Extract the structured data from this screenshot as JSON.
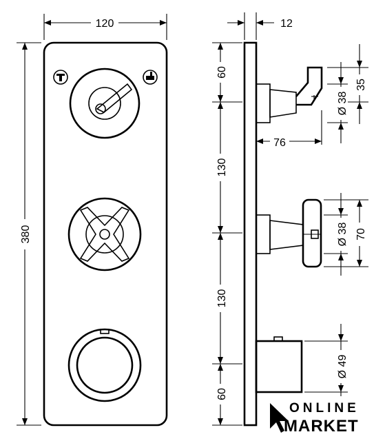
{
  "front_view": {
    "dim_width": "120",
    "dim_height": "380"
  },
  "side_view": {
    "dim_plate_thickness": "12",
    "dim_top_offset": "60",
    "dim_spacing_upper": "130",
    "dim_spacing_lower": "130",
    "dim_bottom_offset": "60",
    "dim_projection": "76",
    "dim_handle_height": "35",
    "dim_valve1_diameter": "Ø 38",
    "dim_valve2_diameter": "Ø 38",
    "dim_handwheel_height": "70",
    "dim_thermostat_diameter": "Ø 49"
  },
  "watermark": {
    "line1": "ONLINE",
    "line2": "MARKET"
  }
}
